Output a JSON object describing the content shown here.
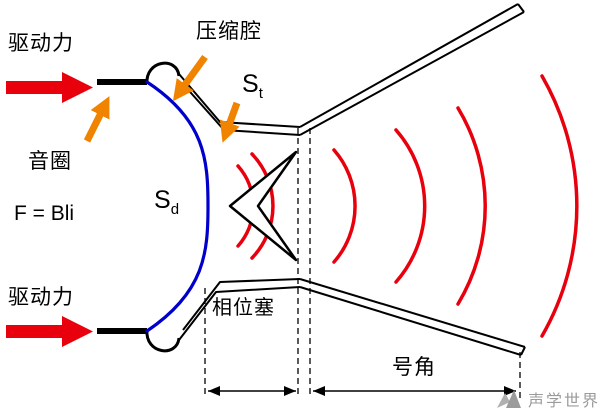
{
  "labels": {
    "driving_force_top": "驱动力",
    "driving_force_bottom": "驱动力",
    "compression_chamber": "压缩腔",
    "voice_coil": "音圈",
    "force_formula": "F = Bli",
    "diaphragm_area_base": "S",
    "diaphragm_area_sub": "d",
    "throat_area_base": "S",
    "throat_area_sub": "t",
    "phase_plug": "相位塞",
    "horn": "号角"
  },
  "watermark": {
    "text": "声学世界"
  },
  "colors": {
    "force_arrow_red": "#e8000d",
    "wave_arc_red": "#e8000d",
    "pointer_arrow_orange": "#f08300",
    "diaphragm_blue": "#0000cc",
    "outline_black": "#000000",
    "watermark_gray": "#9b9b9b"
  }
}
